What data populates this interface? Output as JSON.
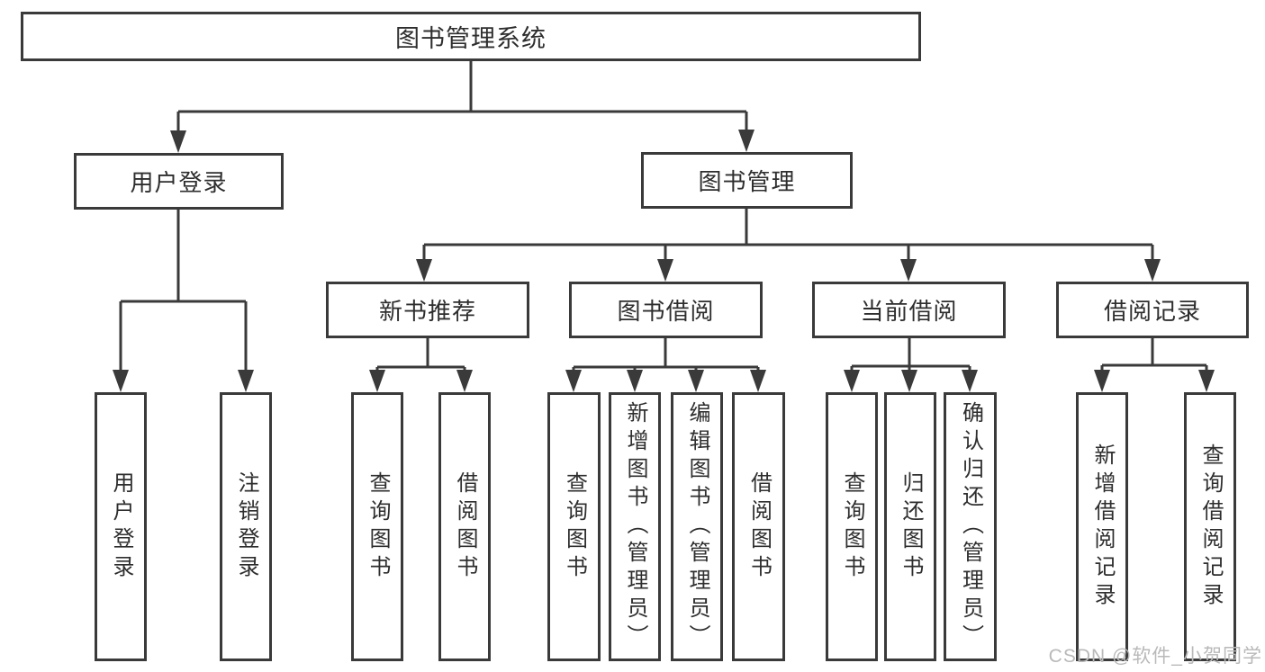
{
  "tree": {
    "root": {
      "label": "图书管理系统"
    },
    "children": [
      {
        "label": "用户登录",
        "children": [
          {
            "label": "用户登录"
          },
          {
            "label": "注销登录"
          }
        ]
      },
      {
        "label": "图书管理",
        "children": [
          {
            "label": "新书推荐",
            "children": [
              {
                "label": "查询图书"
              },
              {
                "label": "借阅图书"
              }
            ]
          },
          {
            "label": "图书借阅",
            "children": [
              {
                "label": "查询图书"
              },
              {
                "label": "新增图书（管理员）"
              },
              {
                "label": "编辑图书（管理员）"
              },
              {
                "label": "借阅图书"
              }
            ]
          },
          {
            "label": "当前借阅",
            "children": [
              {
                "label": "查询图书"
              },
              {
                "label": "归还图书"
              },
              {
                "label": "确认归还（管理员）"
              }
            ]
          },
          {
            "label": "借阅记录",
            "children": [
              {
                "label": "新增借阅记录"
              },
              {
                "label": "查询借阅记录"
              }
            ]
          }
        ]
      }
    ]
  },
  "watermark": {
    "text": "CSDN @软件_小贺同学"
  },
  "colors": {
    "line": "#3a3a3a",
    "text": "#2e2e2e",
    "background": "#ffffff",
    "watermark": "#b9b9b9"
  }
}
